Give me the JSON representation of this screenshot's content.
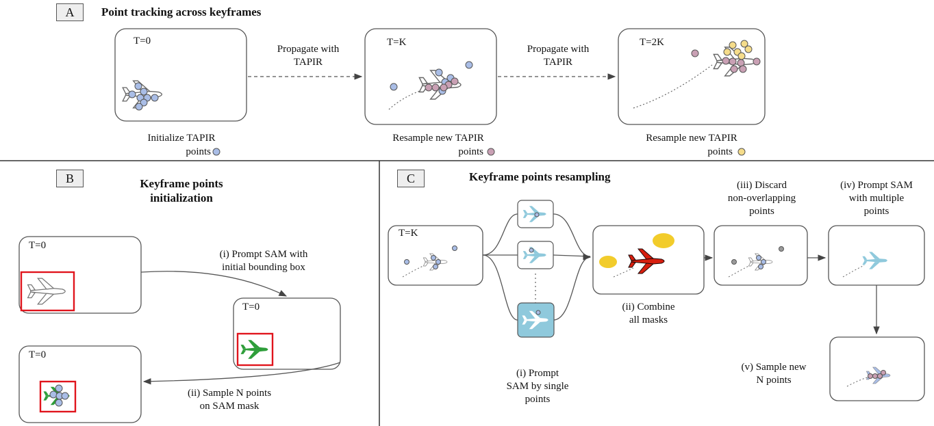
{
  "panels": {
    "a": {
      "letter": "A",
      "title": "Point tracking across keyframes",
      "frames": [
        {
          "time": "T=0",
          "caption_line1": "Initialize TAPIR",
          "caption_line2": "points"
        },
        {
          "time": "T=K",
          "caption_line1": "Resample new TAPIR",
          "caption_line2": "points"
        },
        {
          "time": "T=2K",
          "caption_line1": "Resample new TAPIR",
          "caption_line2": "points"
        }
      ],
      "propagate_line1": "Propagate with",
      "propagate_line2": "TAPIR"
    },
    "b": {
      "letter": "B",
      "title_line1": "Keyframe points",
      "title_line2": "initialization",
      "frame_time": "T=0",
      "step1_line1": "(i) Prompt SAM with",
      "step1_line2": "initial bounding box",
      "step2_line1": "(ii) Sample N points",
      "step2_line2": "on SAM mask"
    },
    "c": {
      "letter": "C",
      "title": "Keyframe points resampling",
      "frame_time": "T=K",
      "step1_line1": "(i) Prompt",
      "step1_line2": "SAM by single",
      "step1_line3": "points",
      "step2_line1": "(ii) Combine",
      "step2_line2": "all masks",
      "step3_line1": "(iii) Discard",
      "step3_line2": "non-overlapping",
      "step3_line3": "points",
      "step4_line1": "(iv) Prompt SAM",
      "step4_line2": "with multiple",
      "step4_line3": "points",
      "step5_line1": "(v) Sample new",
      "step5_line2": "N points"
    }
  },
  "colors": {
    "point_initial": "#a9bde6",
    "point_resampled": "#c9a0b4",
    "point_new": "#f5dc8a",
    "mask_green": "#2e9e3a",
    "mask_blue": "#8fc9dc",
    "bbox_red": "#e0141c",
    "combined_red": "#d71f0f",
    "combined_yellow": "#f2cc2b",
    "discarded_grey": "#9a9a9a"
  }
}
